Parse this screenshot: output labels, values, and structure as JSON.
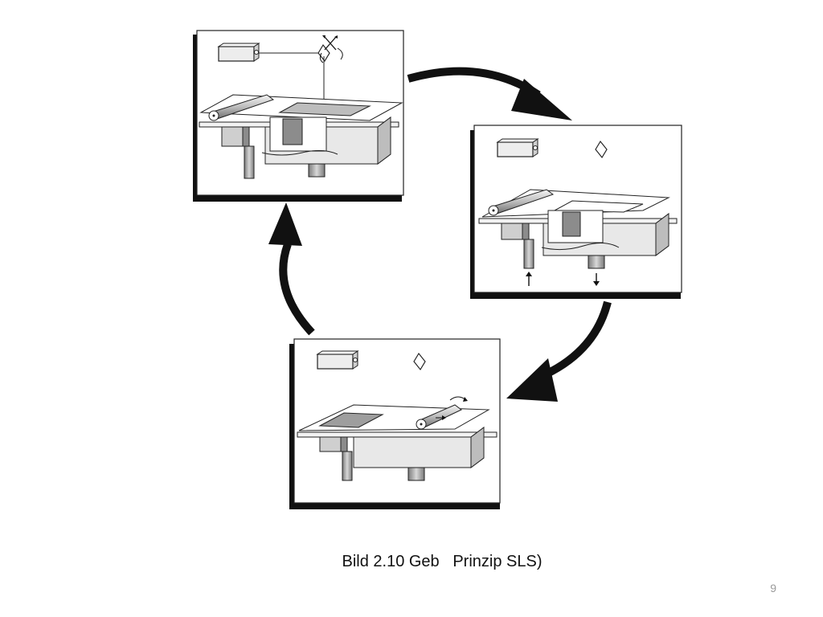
{
  "slide": {
    "caption": "Bild 2.10 Geb   Prinzip SLS)",
    "page_number": "9"
  },
  "diagram": {
    "panels": [
      {
        "id": "panel-laser-sintering",
        "step": "scan"
      },
      {
        "id": "panel-lower-platform",
        "step": "lower"
      },
      {
        "id": "panel-recoat-roller",
        "step": "recoat"
      }
    ],
    "arrows": [
      "cycle-arrow-top-right",
      "cycle-arrow-bottom-right",
      "cycle-arrow-left"
    ]
  },
  "colors": {
    "line": "#111111",
    "shadow": "#111111",
    "light_fill": "#e6e6e6",
    "mid_fill": "#bdbdbd",
    "dark_fill": "#8c8c8c"
  }
}
